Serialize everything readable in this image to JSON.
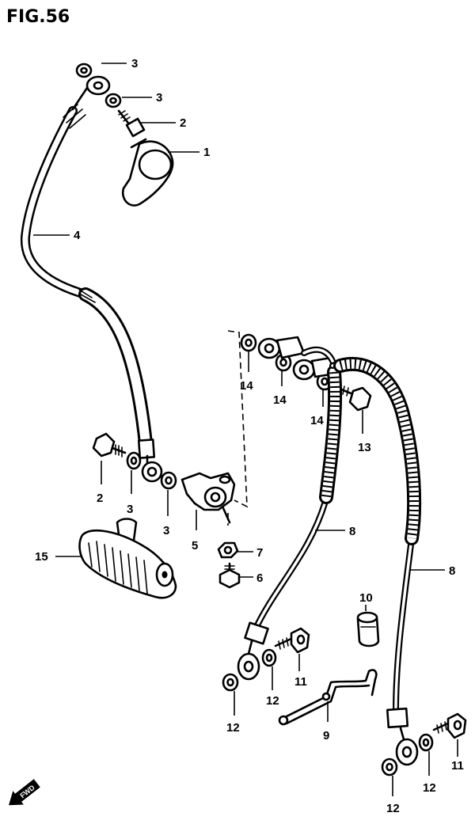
{
  "figure": {
    "title": "FIG.56"
  },
  "callouts": {
    "c1": "1",
    "c2a": "2",
    "c2b": "2",
    "c3a": "3",
    "c3b": "3",
    "c3c": "3",
    "c3d": "3",
    "c4": "4",
    "c5": "5",
    "c6": "6",
    "c7": "7",
    "c8a": "8",
    "c8b": "8",
    "c9": "9",
    "c10": "10",
    "c11a": "11",
    "c11b": "11",
    "c12a": "12",
    "c12b": "12",
    "c12c": "12",
    "c12d": "12",
    "c13": "13",
    "c14a": "14",
    "c14b": "14",
    "c14c": "14",
    "c15": "15"
  },
  "fwd_arrow": {
    "label": "FWD"
  }
}
